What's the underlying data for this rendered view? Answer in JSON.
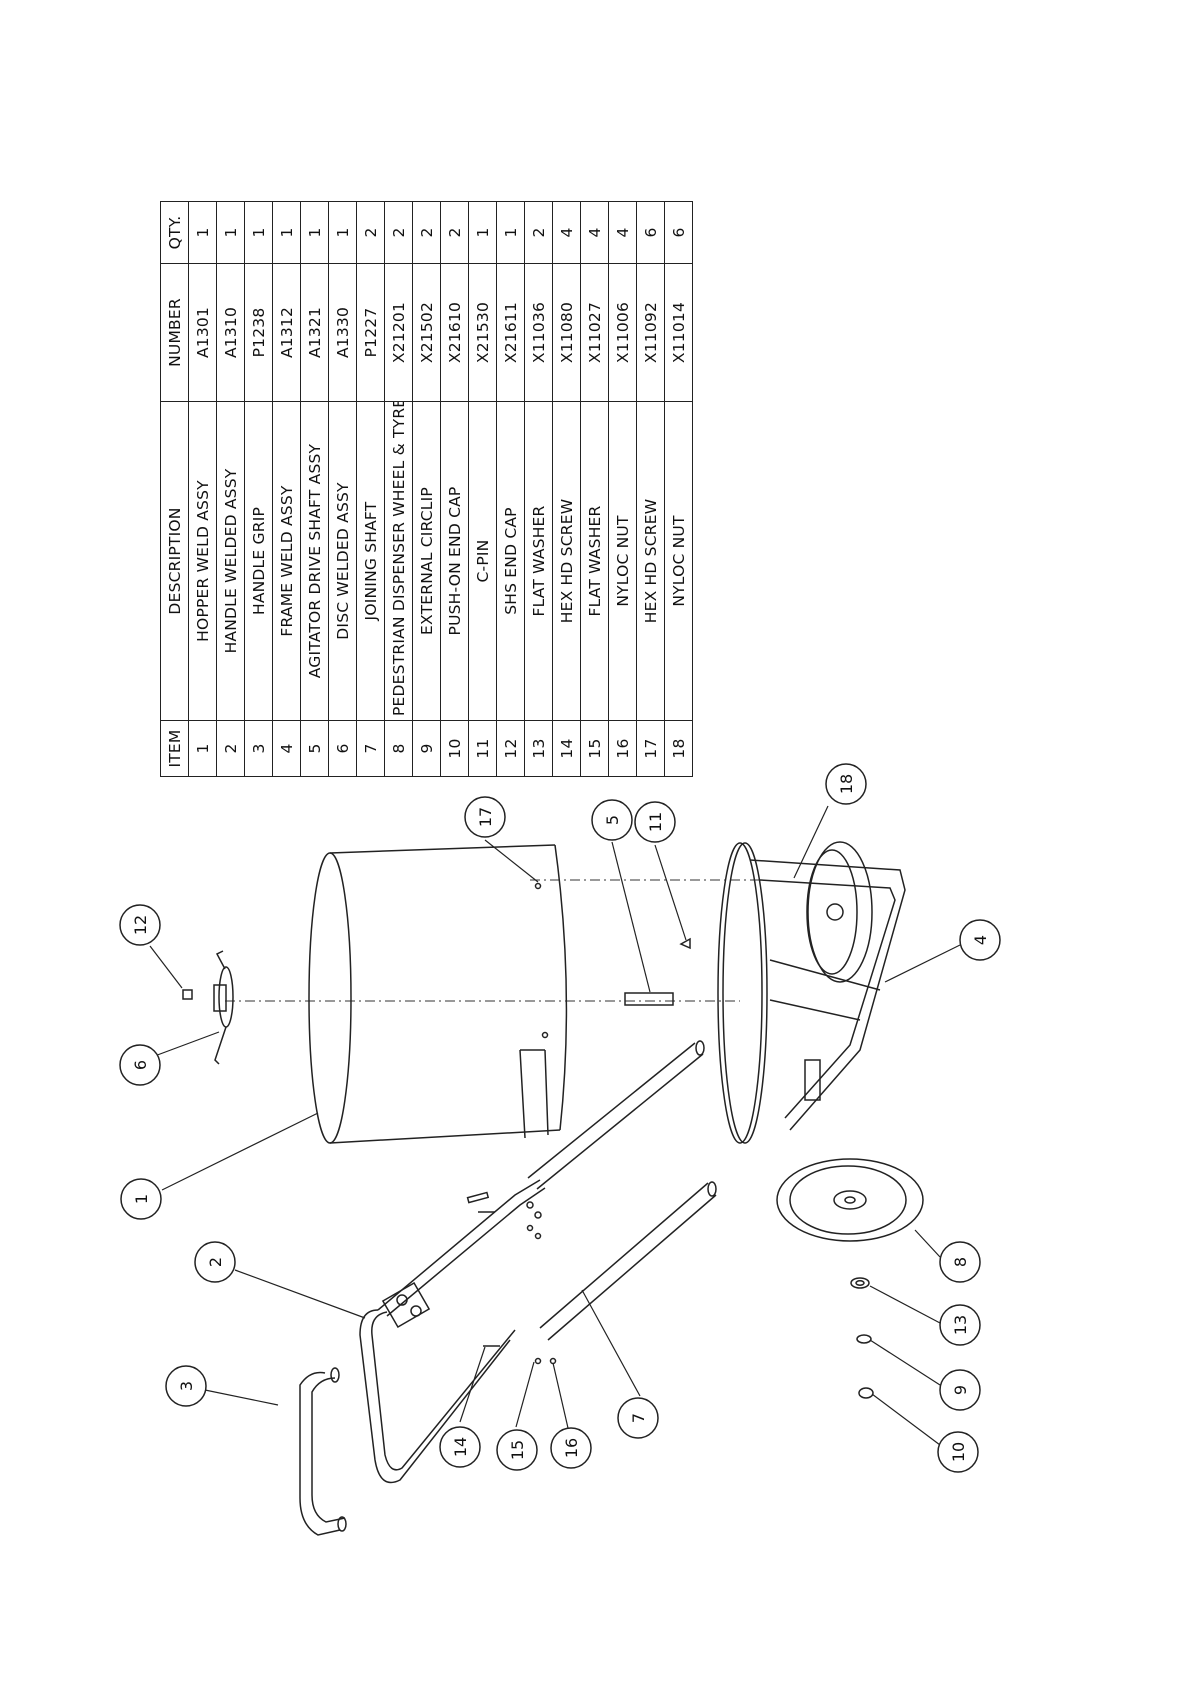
{
  "bom": {
    "headers": {
      "item": "ITEM",
      "description": "DESCRIPTION",
      "number": "NUMBER",
      "qty": "QTY."
    },
    "rows": [
      {
        "item": "1",
        "description": "HOPPER WELD ASSY",
        "number": "A1301",
        "qty": "1"
      },
      {
        "item": "2",
        "description": "HANDLE WELDED ASSY",
        "number": "A1310",
        "qty": "1"
      },
      {
        "item": "3",
        "description": "HANDLE GRIP",
        "number": "P1238",
        "qty": "1"
      },
      {
        "item": "4",
        "description": "FRAME WELD ASSY",
        "number": "A1312",
        "qty": "1"
      },
      {
        "item": "5",
        "description": "AGITATOR DRIVE SHAFT ASSY",
        "number": "A1321",
        "qty": "1"
      },
      {
        "item": "6",
        "description": "DISC WELDED ASSY",
        "number": "A1330",
        "qty": "1"
      },
      {
        "item": "7",
        "description": "JOINING SHAFT",
        "number": "P1227",
        "qty": "2"
      },
      {
        "item": "8",
        "description": "PEDESTRIAN DISPENSER WHEEL & TYRE",
        "number": "X21201",
        "qty": "2"
      },
      {
        "item": "9",
        "description": "EXTERNAL CIRCLIP",
        "number": "X21502",
        "qty": "2"
      },
      {
        "item": "10",
        "description": "PUSH-ON END CAP",
        "number": "X21610",
        "qty": "2"
      },
      {
        "item": "11",
        "description": "C-PIN",
        "number": "X21530",
        "qty": "1"
      },
      {
        "item": "12",
        "description": "SHS END CAP",
        "number": "X21611",
        "qty": "1"
      },
      {
        "item": "13",
        "description": "FLAT WASHER",
        "number": "X11036",
        "qty": "2"
      },
      {
        "item": "14",
        "description": "HEX HD SCREW",
        "number": "X11080",
        "qty": "4"
      },
      {
        "item": "15",
        "description": "FLAT WASHER",
        "number": "X11027",
        "qty": "4"
      },
      {
        "item": "16",
        "description": "NYLOC NUT",
        "number": "X11006",
        "qty": "4"
      },
      {
        "item": "17",
        "description": "HEX HD SCREW",
        "number": "X11092",
        "qty": "6"
      },
      {
        "item": "18",
        "description": "NYLOC NUT",
        "number": "X11014",
        "qty": "6"
      }
    ]
  },
  "balloons": [
    "1",
    "2",
    "3",
    "4",
    "5",
    "6",
    "7",
    "8",
    "9",
    "10",
    "11",
    "12",
    "13",
    "14",
    "15",
    "16",
    "17",
    "18"
  ]
}
